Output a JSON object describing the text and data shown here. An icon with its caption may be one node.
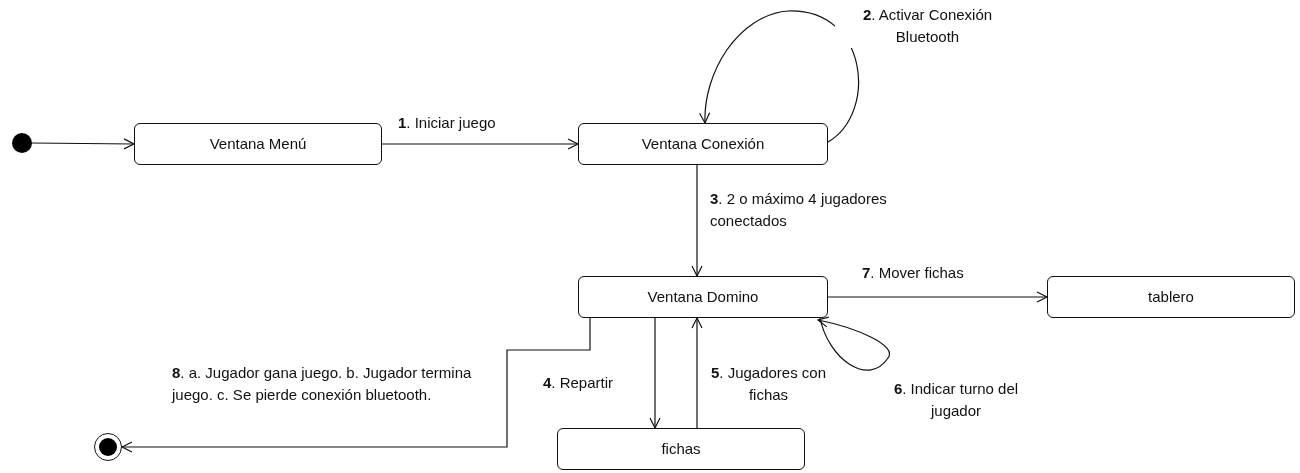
{
  "diagram": {
    "nodes": [
      {
        "text": [],
        "shape": "circle"
      },
      {
        "text": [
          "Ventana Menú"
        ]
      },
      {
        "text": [
          "Ventana Conexión"
        ]
      },
      {
        "text": [
          "Ventana Domino"
        ]
      },
      {
        "text": [
          "tablero"
        ]
      },
      {
        "text": [
          "fichas"
        ]
      },
      {
        "text": [],
        "shape": "circle"
      }
    ],
    "edges": [
      {
        "from": 0,
        "to": 1,
        "arrow": "to"
      },
      {
        "from": 1,
        "to": 2,
        "arrow": "to",
        "label": "**1**. Iniciar juego"
      },
      {
        "from": 2,
        "to": 2,
        "arrow": "to",
        "label": "**2**. Activar Conexión Bluetooth"
      },
      {
        "from": 2,
        "to": 3,
        "arrow": "to",
        "label": "**3**. 2 o máximo 4 jugadores conectados"
      },
      {
        "from": 3,
        "to": 4,
        "arrow": "to",
        "label": "**7**. Mover fichas"
      },
      {
        "from": 3,
        "to": 5,
        "arrow": "to",
        "label": "**4**. Repartir"
      },
      {
        "from": 5,
        "to": 3,
        "arrow": "to",
        "label": "**5**. Jugadores con fichas"
      },
      {
        "from": 3,
        "to": 3,
        "arrow": "to",
        "label": "**6**. Indicar turno del jugador"
      },
      {
        "from": 3,
        "to": 6,
        "arrow": "to",
        "label": "**8**. a. Jugador gana juego. b. Jugador termina juego. c. Se pierde conexión bluetooth."
      }
    ]
  }
}
